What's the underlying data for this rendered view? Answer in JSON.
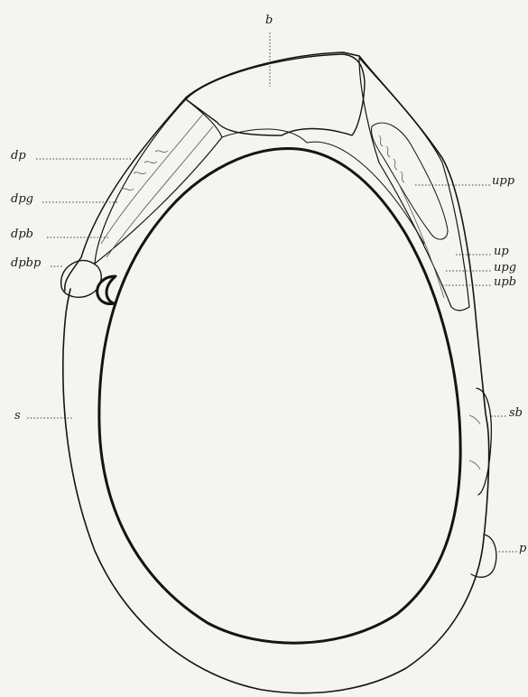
{
  "labels": {
    "b": "b",
    "dp": "dp",
    "dpg": "dpg",
    "dpb": "dpb",
    "dpbp": "dpbp",
    "s": "s",
    "upp": "upp",
    "up": "up",
    "upg": "upg",
    "upb": "upb",
    "sb": "sb",
    "p": "p"
  },
  "colors": {
    "ink": "#141414",
    "paper": "#f4f4f0"
  }
}
